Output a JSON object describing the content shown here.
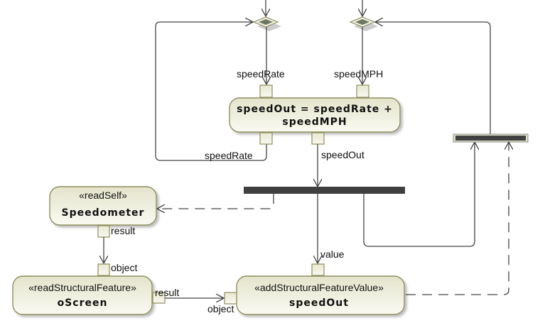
{
  "diagram": {
    "type": "UML activity diagram",
    "colors": {
      "action_fill_top": "#e6e6cf",
      "action_fill_bottom": "#f8f8f0",
      "action_border": "#8f8f5e",
      "bar": "#404040",
      "merge_inner": "#6f7760",
      "edge": "#444444"
    },
    "merge_nodes": [
      {
        "id": "merge-speedRate",
        "shape": "diamond"
      },
      {
        "id": "merge-speedMPH",
        "shape": "diamond"
      }
    ],
    "actions": {
      "compute": {
        "line1": "speedOut = speedRate +",
        "line2": "speedMPH",
        "input_pins": [
          "speedRate",
          "speedMPH"
        ],
        "output_pins": [
          "speedRate",
          "speedOut"
        ]
      },
      "read_self": {
        "stereotype": "«readSelf»",
        "name": "Speedometer",
        "output_pin": "result"
      },
      "read_structural": {
        "stereotype": "«readStructuralFeature»",
        "name": "oScreen",
        "input_pin": "object",
        "output_pin": "result"
      },
      "add_structural": {
        "stereotype": "«addStructuralFeatureValue»",
        "name": "speedOut",
        "input_pins": [
          "value",
          "object"
        ]
      }
    },
    "pin_labels": {
      "in_speedRate": "speedRate",
      "in_speedMPH": "speedMPH",
      "out_speedRate": "speedRate",
      "out_speedOut": "speedOut",
      "speedometer_result": "result",
      "oscreen_object": "object",
      "oscreen_result": "result",
      "add_object": "object",
      "add_value": "value"
    },
    "bars": [
      "fork-main",
      "join-right"
    ]
  }
}
